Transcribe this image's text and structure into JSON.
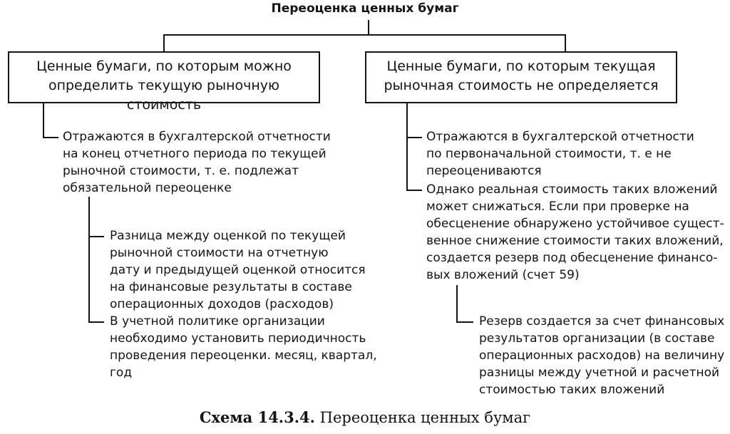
{
  "title": "Переоценка ценных бумаг",
  "left_box": {
    "line1": "Ценные бумаги, по которым можно",
    "line2": "определить текущую рыночную стоимость"
  },
  "right_box": {
    "line1": "Ценные бумаги, по которым текущая",
    "line2": "рыночная стоимость не определяется"
  },
  "left_items": [
    {
      "lines": [
        "Отражаются в бухгалтерской отчетности",
        "на конец отчетного периода по текущей",
        "рыночной стоимости, т. е. подлежат",
        "обязательной переоценке"
      ]
    },
    {
      "lines": [
        "Разница между оценкой по текущей",
        "рыночной стоимости на отчетную",
        "дату и предыдущей оценкой относится",
        "на финансовые результаты в составе",
        "операционных доходов (расходов)"
      ]
    },
    {
      "lines": [
        "В учетной политике организации",
        "необходимо установить периодичность",
        "проведения переоценки. месяц, квартал,",
        "год"
      ]
    }
  ],
  "right_items": [
    {
      "lines": [
        "Отражаются в бухгалтерской отчетности",
        "по первоначальной стоимости, т. е  не",
        "переоцениваются"
      ]
    },
    {
      "lines": [
        "Однако реальная стоимость таких вложений",
        "может снижаться. Если при проверке на",
        "обесценение обнаружено устойчивое сущест-",
        "венное снижение стоимости таких вложений,",
        "создается резерв под обесценение финансо-",
        "вых вложений (счет 59)"
      ]
    },
    {
      "lines": [
        "Резерв создается за счет финансовых",
        "результатов организации (в составе",
        "операционных расходов) на величину",
        "разницы между учетной и расчетной",
        "стоимостью таких вложений"
      ]
    }
  ],
  "caption": {
    "label": "Схема 14.3.4.",
    "text": " Переоценка ценных бумаг"
  }
}
